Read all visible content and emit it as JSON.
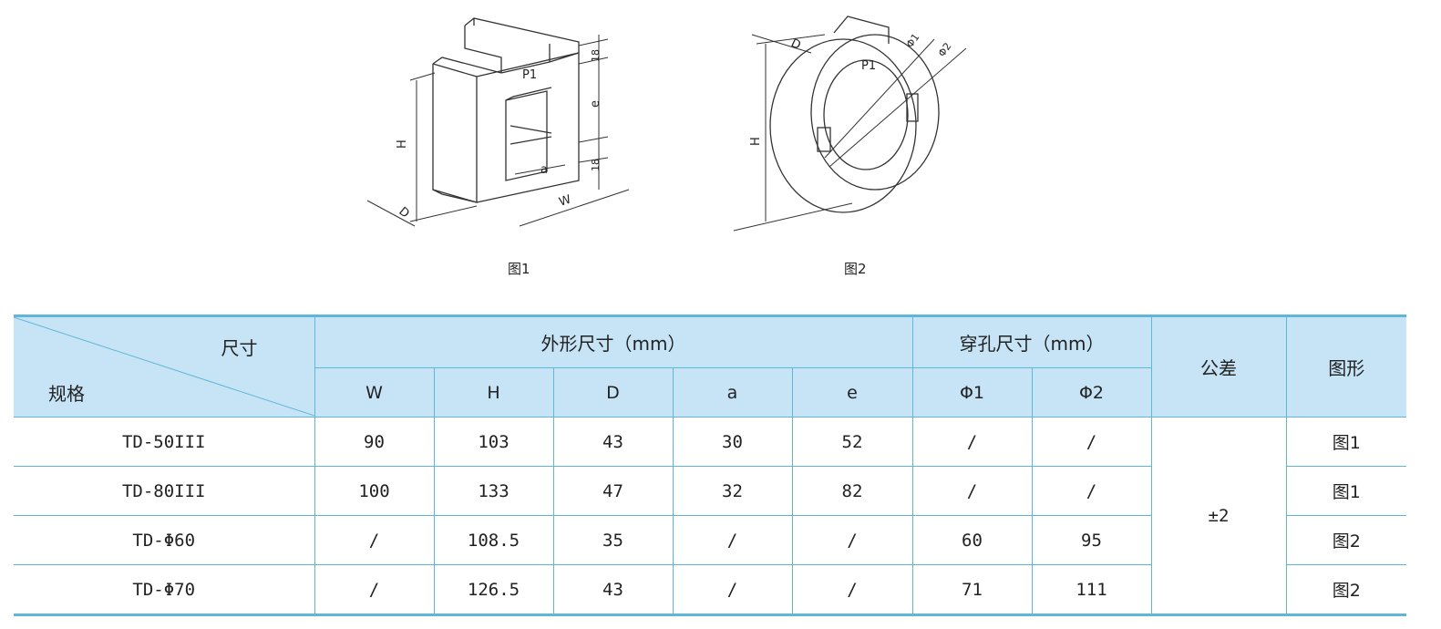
{
  "figures": {
    "fig1": {
      "caption": "图1",
      "labels": {
        "p1": "P1",
        "h": "H",
        "d": "D",
        "w": "W",
        "a": "a",
        "e": "e",
        "d18_top": "18",
        "d18_bot": "18"
      }
    },
    "fig2": {
      "caption": "图2",
      "labels": {
        "p1": "P1",
        "h": "H",
        "d": "D",
        "phi1": "Φ1",
        "phi2": "Φ2"
      }
    }
  },
  "table": {
    "corner_top": "尺寸",
    "corner_bottom": "规格",
    "group_outer": "外形尺寸（mm）",
    "group_hole": "穿孔尺寸（mm）",
    "tolerance_header": "公差",
    "figure_header": "图形",
    "sub_headers": [
      "W",
      "H",
      "D",
      "a",
      "e",
      "Φ1",
      "Φ2"
    ],
    "tolerance_value": "±2",
    "rows": [
      {
        "model": "TD-50III",
        "W": "90",
        "H": "103",
        "D": "43",
        "a": "30",
        "e": "52",
        "phi1": "/",
        "phi2": "/",
        "figure": "图1"
      },
      {
        "model": "TD-80III",
        "W": "100",
        "H": "133",
        "D": "47",
        "a": "32",
        "e": "82",
        "phi1": "/",
        "phi2": "/",
        "figure": "图1"
      },
      {
        "model": "TD-Φ60",
        "W": "/",
        "H": "108.5",
        "D": "35",
        "a": "/",
        "e": "/",
        "phi1": "60",
        "phi2": "95",
        "figure": "图2"
      },
      {
        "model": "TD-Φ70",
        "W": "/",
        "H": "126.5",
        "D": "43",
        "a": "/",
        "e": "/",
        "phi1": "71",
        "phi2": "111",
        "figure": "图2"
      }
    ]
  }
}
